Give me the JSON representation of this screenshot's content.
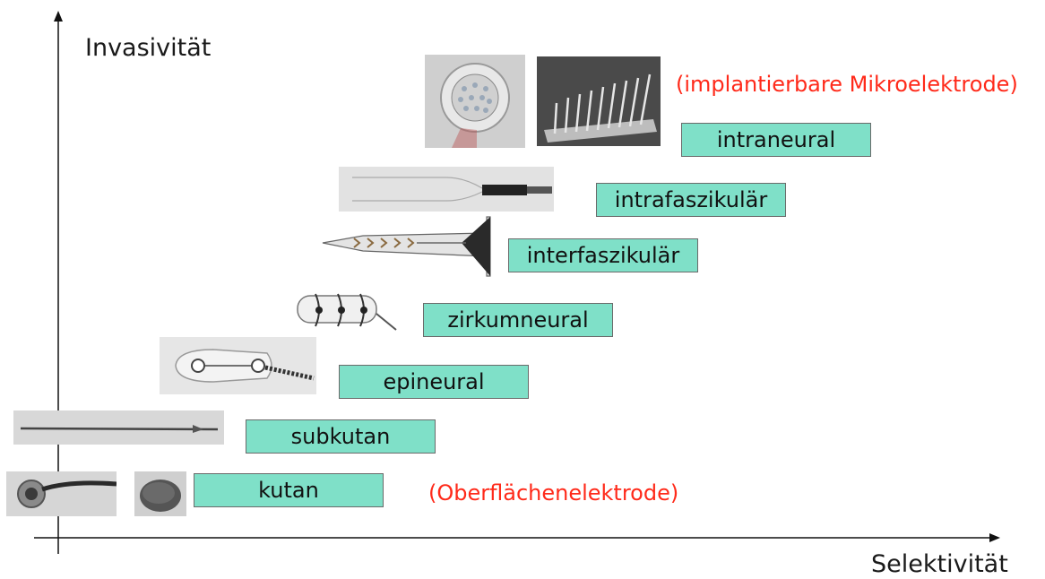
{
  "axes": {
    "y_label": "Invasivität",
    "x_label": "Selektivität"
  },
  "levels": [
    {
      "label": "kutan"
    },
    {
      "label": "subkutan"
    },
    {
      "label": "epineural"
    },
    {
      "label": "zirkumneural"
    },
    {
      "label": "interfaszikulär"
    },
    {
      "label": "intrafaszikulär"
    },
    {
      "label": "intraneural"
    }
  ],
  "annotations": {
    "top": "(implantierbare Mikroelektrode)",
    "bottom": "(Oberflächenelektrode)"
  },
  "colors": {
    "box_fill": "#7fe0c8",
    "annotation": "#ff2a1a"
  }
}
